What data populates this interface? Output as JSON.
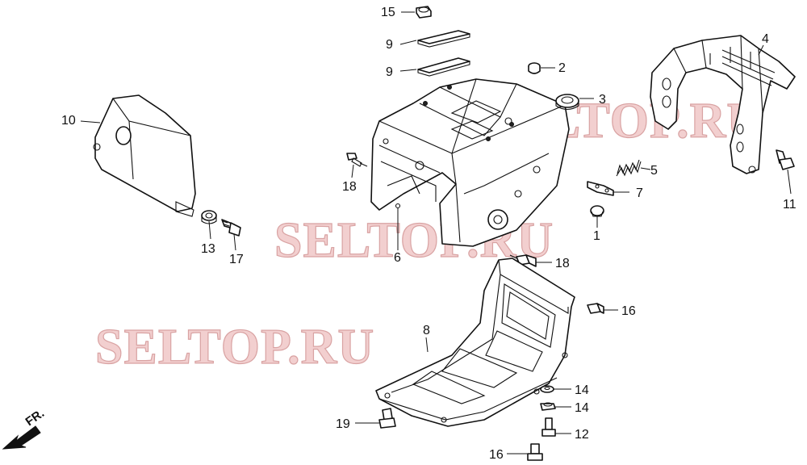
{
  "watermark": {
    "text": "SELTOP.RU",
    "color": "#f2cfcf"
  },
  "direction_arrow": {
    "label": "FR."
  },
  "callouts": {
    "c1": "1",
    "c2": "2",
    "c3": "3",
    "c4": "4",
    "c5": "5",
    "c6": "6",
    "c7": "7",
    "c8": "8",
    "c9a": "9",
    "c9b": "9",
    "c10": "10",
    "c11": "11",
    "c12": "12",
    "c13": "13",
    "c14a": "14",
    "c14b": "14",
    "c15": "15",
    "c16a": "16",
    "c16b": "16",
    "c17": "17",
    "c18a": "18",
    "c18b": "18",
    "c19": "19"
  }
}
